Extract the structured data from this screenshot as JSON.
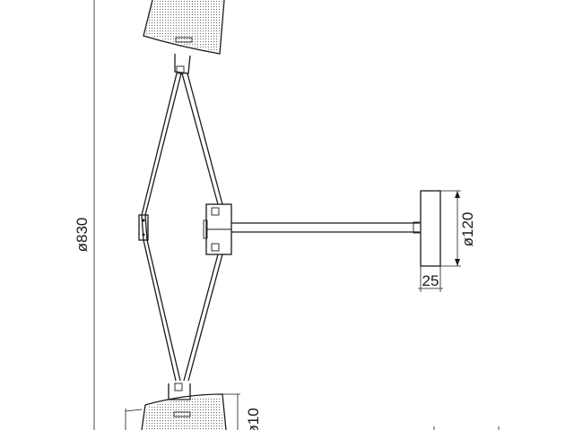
{
  "dimensions": {
    "total_length": "ø830",
    "canopy_diameter": "ø120",
    "canopy_depth": "25",
    "shade_diameter": "ø10"
  },
  "colors": {
    "line": "#1a1a1a",
    "background": "#ffffff"
  }
}
